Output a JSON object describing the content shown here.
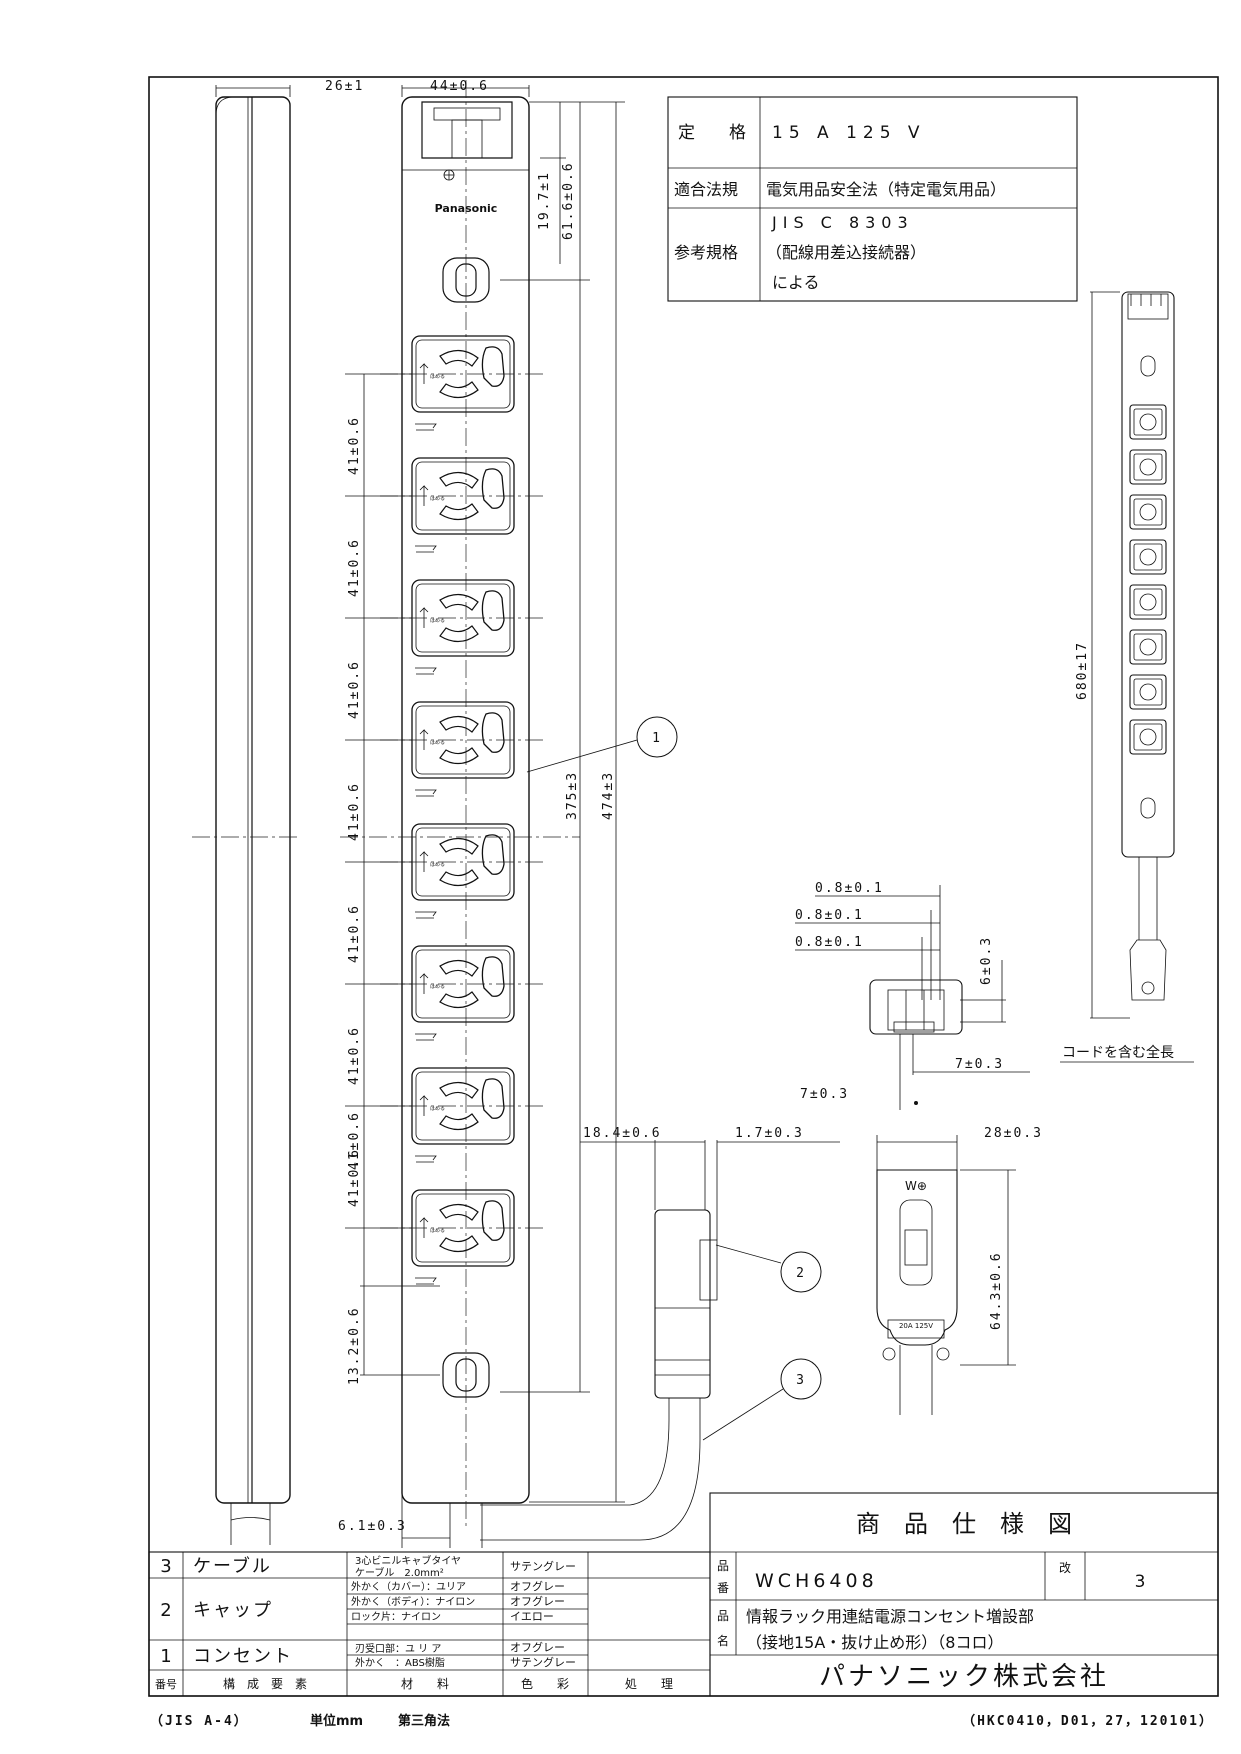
{
  "top_dims": {
    "depth": "26±1",
    "width": "44±0.6"
  },
  "right_dims": {
    "d197": "19.7±1",
    "d616": "61.6±0.6",
    "d375": "375±3",
    "d474": "474±3"
  },
  "pitch_label": "41±0.6",
  "bottom_dims": {
    "d132": "13.2±0.6",
    "d61": "6.1±0.3"
  },
  "brand": "Panasonic",
  "outlet_label": "はめる",
  "outlet_count": 8,
  "callouts": [
    "1",
    "2",
    "3"
  ],
  "spec_table": {
    "rating_label": "定　　格",
    "rating_value": "15 A  125 V",
    "law_label": "適合法規",
    "law_value": "電気用品安全法（特定電気用品）",
    "std_label": "参考規格",
    "std_line1": "JIS C 8303",
    "std_line2": "（配線用差込接続器）",
    "std_line3": "による"
  },
  "cord_dim": "680±17",
  "cord_caption": "コードを含む全長",
  "connector_dims": {
    "a": "0.8±0.1",
    "b": "0.8±0.1",
    "c": "0.8±0.1",
    "d6": "6±0.3",
    "d7a": "7±0.3",
    "d7b": "7±0.3"
  },
  "cap_dims": {
    "d184": "18.4±0.6",
    "d17": "1.7±0.3"
  },
  "plug_dims": {
    "d28": "28±0.3",
    "d643": "64.3±0.6",
    "plug_mark": "W⊕",
    "plug_rating": "20A 125V"
  },
  "bom": {
    "rows": [
      {
        "no": "3",
        "name": "ケーブル",
        "materials": [
          "3心ビニルキャブタイヤ",
          "ケーブル　2.0mm²"
        ],
        "colors": [
          "サテングレー"
        ]
      },
      {
        "no": "2",
        "name": "キャップ",
        "materials": [
          "外かく（カバー）：ユリア",
          "外かく（ボディ）：ナイロン",
          "ロック片：ナイロン"
        ],
        "colors": [
          "オフグレー",
          "オフグレー",
          "イエロー"
        ]
      },
      {
        "no": "1",
        "name": "コンセント",
        "materials": [
          "刃受口部：ユ リ ア",
          "外かく　：ABS樹脂"
        ],
        "colors": [
          "オフグレー",
          "サテングレー"
        ]
      }
    ],
    "headers": {
      "no": "番号",
      "name": "構　成　要　素",
      "material": "材　　料",
      "color": "色　　彩",
      "treatment": "処　　理"
    }
  },
  "title_block": {
    "title": "商　品　仕　様　図",
    "part_label_1": "品",
    "part_label_2": "番",
    "part_no": "WCH6408",
    "rev_label": "改",
    "rev": "3",
    "name_label_1": "品",
    "name_label_2": "名",
    "name_line1": "情報ラック用連結電源コンセント増設部",
    "name_line2": "（接地15A・抜け止め形）（8コロ）",
    "company": "パナソニック株式会社"
  },
  "footer": {
    "left": "（JIS A-4）",
    "unit": "単位mm",
    "angle": "第三角法",
    "code": "（HKC0410，D01，27，120101）"
  }
}
